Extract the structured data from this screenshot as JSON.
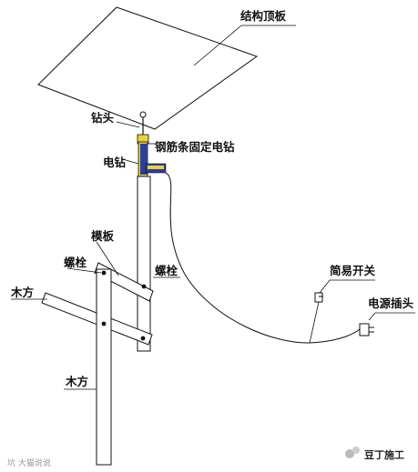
{
  "labels": {
    "ceiling_slab": "结构顶板",
    "drill_bit": "钻头",
    "rebar_fix_drill": "钢筋条固定电钻",
    "electric_drill": "电钻",
    "formwork": "模板",
    "bolt_left": "螺栓",
    "bolt_right": "螺栓",
    "timber_top": "木方",
    "timber_bottom": "木方",
    "simple_switch": "简易开关",
    "power_plug": "电源插头"
  },
  "watermark": {
    "left": "坑 大猫说说",
    "right": "豆丁施工"
  },
  "colors": {
    "line": "#111111",
    "drill_blue": "#2c3e9a",
    "drill_yellow": "#e8d23a"
  }
}
